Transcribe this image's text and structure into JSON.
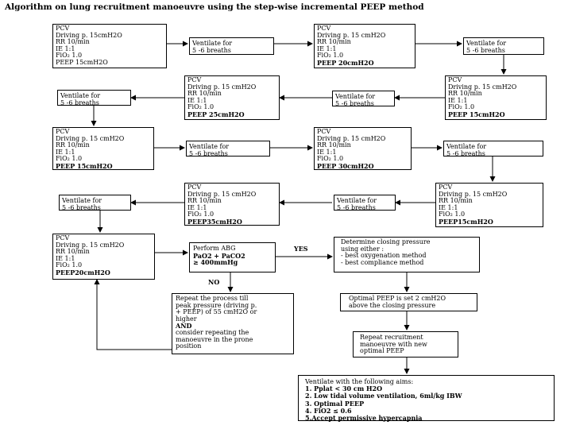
{
  "title": "Algorithm on lung recruitment manoeuvre using the step-wise incremental PEEP method",
  "vent_label": [
    "Ventilate for",
    "5 -6 breaths"
  ],
  "steps": [
    {
      "lines": [
        "PCV",
        "Driving p. 15cmH2O",
        "RR 10/min",
        "IE 1:1",
        "FiO₂ 1.0"
      ],
      "peep": "PEEP 15cmH2O"
    },
    {
      "lines": [
        "PCV",
        "Driving p. 15 cmH2O",
        "RR 10/min",
        "IE 1:1",
        "FiO₂ 1.0"
      ],
      "peep": "PEEP 20cmH2O"
    },
    {
      "lines": [
        "PCV",
        "Driving p. 15 cmH2O",
        "RR 10/min",
        "IE 1:1",
        "FiO₂ 1.0"
      ],
      "peep": "PEEP 15cmH2O"
    },
    {
      "lines": [
        "PCV",
        "Driving p. 15 cmH2O",
        "RR 10/min",
        "IE 1:1",
        "FiO₂ 1.0"
      ],
      "peep": "PEEP 25cmH2O"
    },
    {
      "lines": [
        "PCV",
        "Driving p. 15 cmH2O",
        "RR 10/min",
        "IE 1:1",
        "FiO₂ 1.0"
      ],
      "peep": "PEEP 15cmH2O"
    },
    {
      "lines": [
        "PCV",
        "Driving p. 15 cmH2O",
        "RR 10/min",
        "IE 1:1",
        "FiO₂ 1.0"
      ],
      "peep": "PEEP 30cmH2O"
    },
    {
      "lines": [
        "PCV",
        "Driving p. 15 cmH2O",
        "RR 10/min",
        "IE 1:1",
        "FiO₂ 1.0"
      ],
      "peep": "PEEP15cmH2O"
    },
    {
      "lines": [
        "PCV",
        "Driving p. 15 cmH2O",
        "RR 10/min",
        "IE 1:1",
        "FiO₂ 1.0"
      ],
      "peep": "PEEP35cmH2O"
    },
    {
      "lines": [
        "PCV",
        "Driving p. 15 cmH2O",
        "RR 10/min",
        "IE 1:1",
        "FiO₂ 1.0"
      ],
      "peep": "PEEP20cmH2O"
    }
  ],
  "abg": {
    "line1": "Perform ABG",
    "line2": "PaO2 + PaCO2",
    "line3": "≥ 400mmHg"
  },
  "yes_label": "YES",
  "no_label": "NO",
  "closing": {
    "line1": "Determine closing pressure",
    "line2": "using either :",
    "line3": "- best oxygenation method",
    "line4": "- best compliance method"
  },
  "repeat_process": {
    "line1": "Repeat the process till",
    "line2": "peak pressure (driving p.",
    "line3": "+ PEEP) of 55 cmH2O or",
    "line4": "higher",
    "line5": "AND",
    "line6": "consider repeating  the",
    "line7": "manoeuvre in the prone",
    "line8": "position"
  },
  "optimal": {
    "line1": "Optimal PEEP is set 2 cmH2O",
    "line2": "above the closing pressure"
  },
  "repeat_recruit": {
    "line1": "Repeat recruitment",
    "line2": "manoeuvre with new",
    "line3": "optimal PEEP"
  },
  "final": {
    "heading": "Ventilate with the following aims:",
    "aims": [
      "1. Pplat < 30 cm H2O",
      "2. Low tidal volume ventilation, 6ml/kg IBW",
      "3. Optimal PEEP",
      "4. FiO2 ≤ 0.6",
      "5.Accept permissive hypercapnia"
    ]
  }
}
